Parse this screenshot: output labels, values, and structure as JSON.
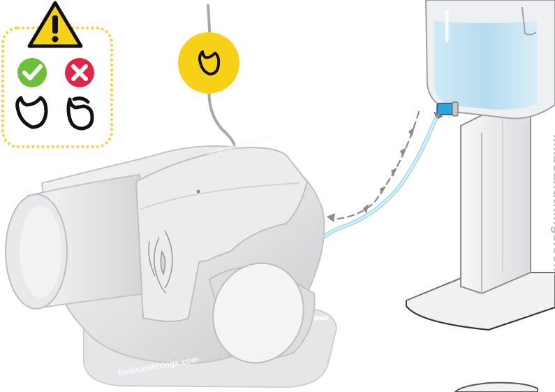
{
  "watermarks": {
    "side_url": "limbsandthings.com",
    "base_url": "limbsandthings.com",
    "top_url": "limbsandthings.com"
  },
  "legend": {
    "warning_icon": "warning-triangle-icon",
    "correct_icon": "check-circle-icon",
    "incorrect_icon": "cross-circle-icon",
    "correct_orientation_icon": "tube-correct-icon",
    "incorrect_orientation_icon": "tube-incorrect-icon"
  },
  "colors": {
    "legend_border": "#f6d23a",
    "warning_fill": "#f7d117",
    "correct": "#6bbf3a",
    "incorrect": "#e0254b",
    "water": "#bfe3f2",
    "tap": "#27a6d9",
    "badge": "#f7d117"
  }
}
